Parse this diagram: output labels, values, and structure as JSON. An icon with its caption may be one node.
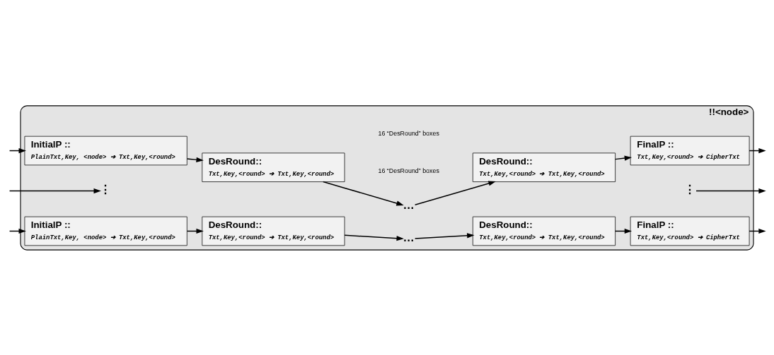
{
  "diagram": {
    "nodes": [
      {
        "text": [
          "!!<node>"
        ]
      },
      {
        "text": [
          "InitialP ::",
          "PlainTxt,Key, <node> ➔ Txt,Key,<round>"
        ],
        "in": 0
      },
      {
        "text": [
          "DesRound::",
          "Txt,Key,<round> ➔ Txt,Key,<round>"
        ],
        "in": 0
      },
      {
        "text": [
          "…"
        ],
        "in": 0
      },
      {
        "text": [
          "DesRound::",
          "Txt,Key,<round> ➔ Txt,Key,<round>"
        ],
        "in": 0
      },
      {
        "text": [
          "FinalP ::",
          "Txt,Key,<round> ➔ CipherTxt"
        ],
        "in": 0
      },
      {
        "text": [
          "⋮"
        ],
        "in": 0
      },
      {
        "text": [
          "⋮"
        ],
        "in": 0
      },
      {
        "text": [
          "InitialP ::",
          "PlainTxt,Key, <node> ➔ Txt,Key,<round>"
        ],
        "in": 0
      },
      {
        "text": [
          "DesRound::",
          "Txt,Key,<round> ➔ Txt,Key,<round>"
        ],
        "in": 0
      },
      {
        "text": [
          "…"
        ],
        "in": 0
      },
      {
        "text": [
          "DesRound::",
          "Txt,Key,<round> ➔ Txt,Key,<round>"
        ],
        "in": 0
      },
      {
        "text": [
          "FinalP ::",
          "Txt,Key,<round> ➔ CipherTxt"
        ],
        "in": 0
      }
    ],
    "edges": [
      {
        "from": null,
        "to": 1,
        "arrow": "to"
      },
      {
        "from": null,
        "to": 6,
        "arrow": "to"
      },
      {
        "from": null,
        "to": 8,
        "arrow": "to"
      },
      {
        "from": 1,
        "to": 2,
        "arrow": "to"
      },
      {
        "from": 2,
        "to": 3,
        "arrow": "to"
      },
      {
        "from": 3,
        "to": 4,
        "arrow": "to"
      },
      {
        "from": 4,
        "to": 5,
        "arrow": "to"
      },
      {
        "from": 8,
        "to": 9,
        "arrow": "to"
      },
      {
        "from": 9,
        "to": 10,
        "arrow": "to"
      },
      {
        "from": 10,
        "to": 11,
        "arrow": "to"
      },
      {
        "from": 11,
        "to": 12,
        "arrow": "to"
      },
      {
        "from": 5,
        "to": null,
        "arrow": "to"
      },
      {
        "from": 7,
        "to": null,
        "arrow": "to"
      },
      {
        "from": 12,
        "to": null,
        "arrow": "to"
      }
    ],
    "labels": [
      "16 “DesRound” boxes",
      "16 “DesRound” boxes"
    ]
  }
}
